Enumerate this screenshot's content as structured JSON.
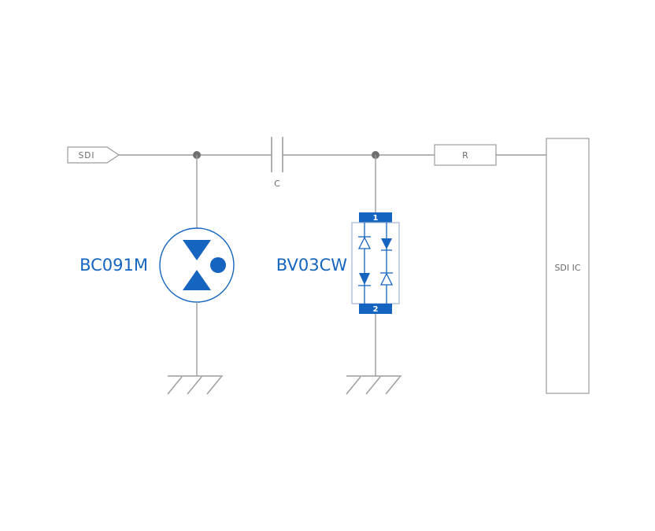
{
  "colors": {
    "accent": "#1565c0",
    "wire": "#9b9b9b",
    "text_gray": "#6a6a6a",
    "junction": "#6f6f6f",
    "background": "#ffffff",
    "array_body": "#a3b4d6"
  },
  "schematic": {
    "net_label": "SDI",
    "capacitor_label": "C",
    "resistor_label": "R",
    "ic_label": "SDI IC",
    "esd_diode_label": "BC091M",
    "diode_array_label": "BV03CW",
    "diode_array_pin_top": "1",
    "diode_array_pin_bottom": "2"
  }
}
